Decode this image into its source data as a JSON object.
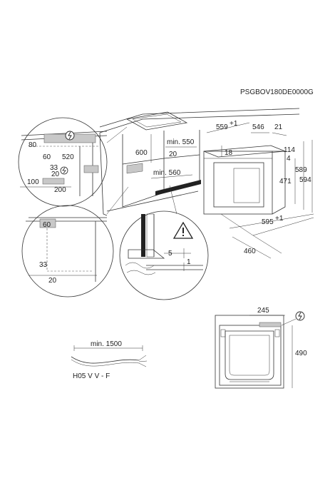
{
  "model_code": "PSGBOV180DE0000G",
  "cabinet_view": {
    "dim_width_top": "559",
    "dim_width_top_tol": "+1",
    "dim_depth_top": "546",
    "dim_edge": "21",
    "dim_front_top": "18",
    "dim_panel_114": "114",
    "dim_panel_4": "4",
    "dim_height_471": "471",
    "dim_height_589": "589",
    "dim_height_594": "594",
    "dim_width_bottom": "595",
    "dim_width_bottom_tol": "+1",
    "dim_depth_bottom": "460",
    "dim_min_550": "min. 550",
    "dim_600": "600",
    "dim_20": "20",
    "dim_min_560": "min. 560"
  },
  "detail_top_left": {
    "d80": "80",
    "d60": "60",
    "d520": "520",
    "d33": "33",
    "d20": "20",
    "d100": "100",
    "d200": "200"
  },
  "detail_bottom_left": {
    "d60": "60",
    "d33": "33",
    "d20": "20"
  },
  "detail_bottom_center": {
    "d5": "5",
    "d1": "1"
  },
  "front_view": {
    "d245": "245",
    "d490": "490"
  },
  "cable": {
    "length": "min. 1500",
    "type": "H05 V V - F"
  },
  "icons": [
    "power-plug-icon",
    "warning-triangle-icon"
  ]
}
